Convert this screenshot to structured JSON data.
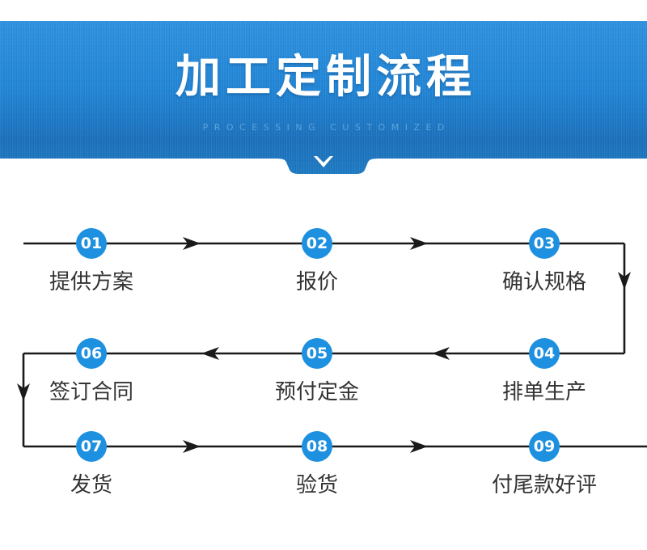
{
  "banner": {
    "title": "加工定制流程",
    "subtitle": "PROCESSING CUSTOMIZED",
    "chevron_icon": "chevron-down-icon",
    "bg_color_top": "#2a8ede",
    "bg_color_bottom": "#1c6fba",
    "title_color": "#ffffff",
    "subtitle_color": "#5aa3da"
  },
  "flow": {
    "badge_color": "#1e90e0",
    "badge_text_color": "#ffffff",
    "line_color": "#1a1a1a",
    "label_color": "#333333",
    "rows": [
      {
        "direction": "left-to-right"
      },
      {
        "direction": "right-to-left"
      },
      {
        "direction": "left-to-right"
      }
    ],
    "steps": [
      {
        "number": "01",
        "label": "提供方案",
        "row": 1
      },
      {
        "number": "02",
        "label": "报价",
        "row": 1
      },
      {
        "number": "03",
        "label": "确认规格",
        "row": 1
      },
      {
        "number": "04",
        "label": "排单生产",
        "row": 2
      },
      {
        "number": "05",
        "label": "预付定金",
        "row": 2
      },
      {
        "number": "06",
        "label": "签订合同",
        "row": 2
      },
      {
        "number": "07",
        "label": "发货",
        "row": 3
      },
      {
        "number": "08",
        "label": "验货",
        "row": 3
      },
      {
        "number": "09",
        "label": "付尾款好评",
        "row": 3
      }
    ]
  }
}
